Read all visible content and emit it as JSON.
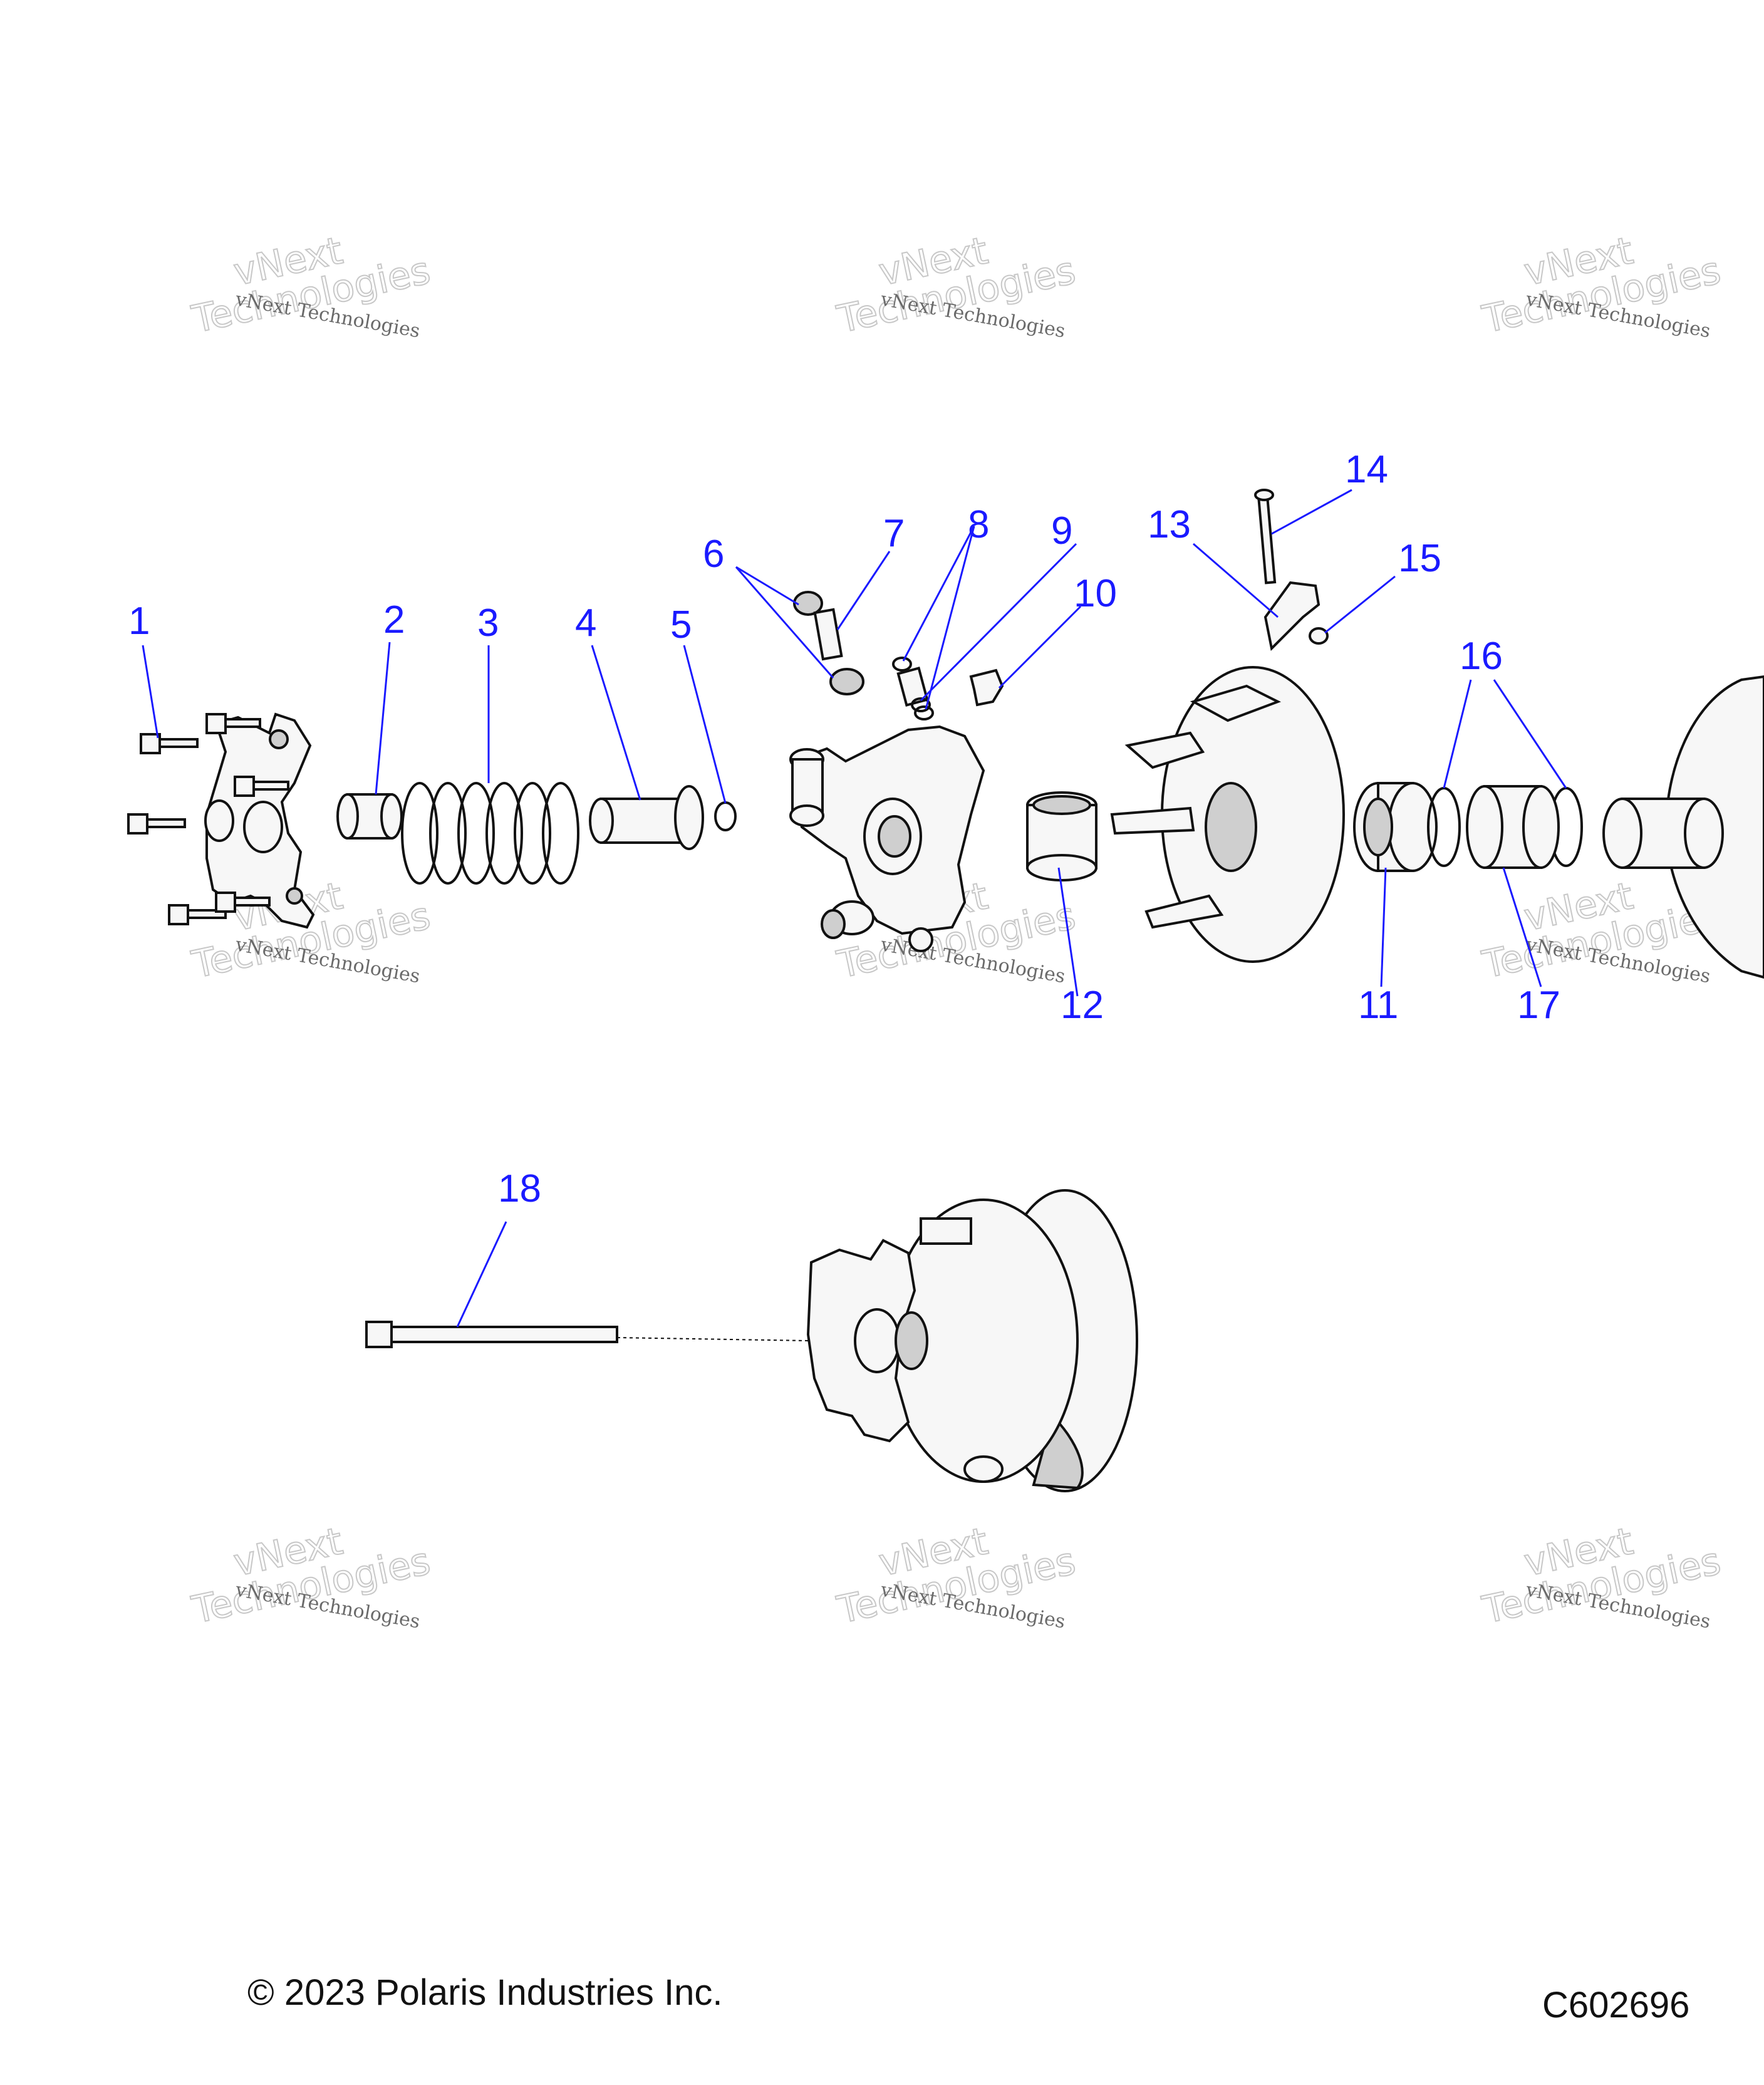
{
  "callouts": {
    "c1": "1",
    "c2": "2",
    "c3": "3",
    "c4": "4",
    "c5": "5",
    "c6": "6",
    "c7": "7",
    "c8": "8",
    "c9": "9",
    "c10": "10",
    "c11": "11",
    "c12": "12",
    "c13": "13",
    "c14": "14",
    "c15": "15",
    "c16": "16",
    "c17": "17",
    "c18": "18"
  },
  "watermark": {
    "line1": "vNext Technologies",
    "line2": "vNext",
    "line3": "Technologies"
  },
  "footer": {
    "copyright": "© 2023 Polaris Industries Inc.",
    "figure_id": "C602696"
  },
  "colors": {
    "callout": "#1a1aff",
    "line": "#111111",
    "watermark": "#c8c8c8"
  }
}
